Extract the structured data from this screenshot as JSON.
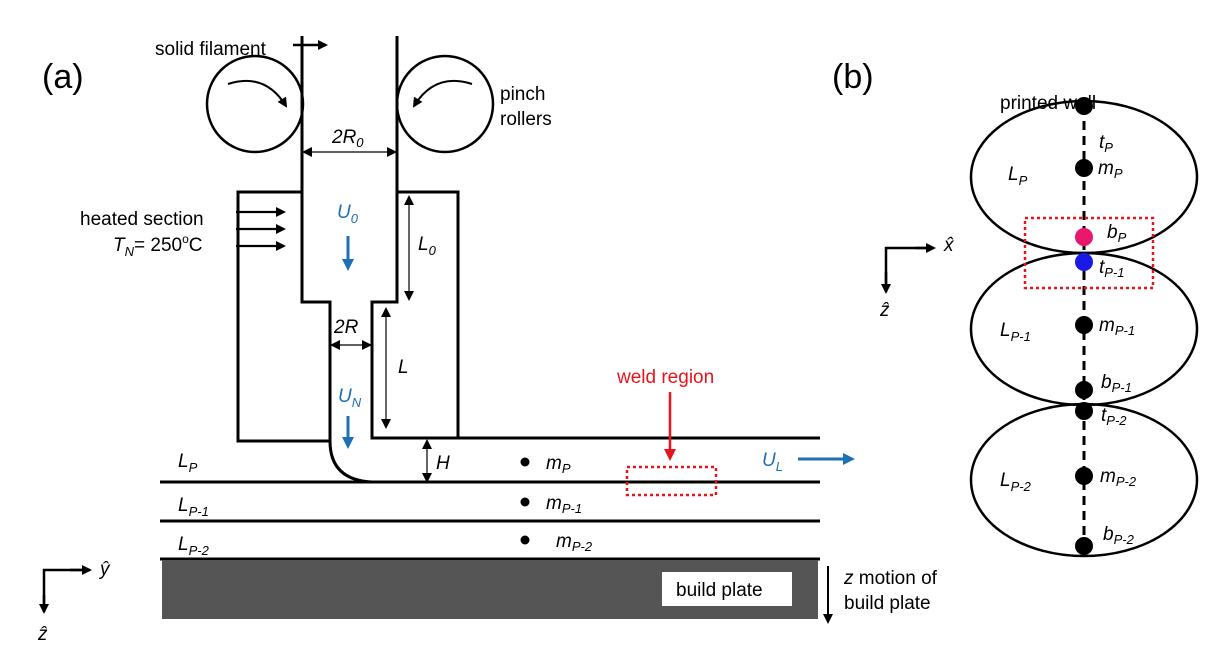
{
  "panel_a": {
    "label": "(a)",
    "solid_filament": "solid filament",
    "pinch_rollers_1": "pinch",
    "pinch_rollers_2": "rollers",
    "twoR0": "2R",
    "twoR0_sub": "0",
    "heated_section_1": "heated section",
    "heated_T": "T",
    "heated_T_sub": "N",
    "heated_T_val": "= 250",
    "heated_T_deg": "o",
    "heated_T_unit": "C",
    "U0": "U",
    "U0_sub": "0",
    "L0": "L",
    "L0_sub": "0",
    "twoR": "2R",
    "L": "L",
    "UN": "U",
    "UN_sub": "N",
    "H": "H",
    "weld_region": "weld region",
    "UL": "U",
    "UL_sub": "L",
    "layers": [
      {
        "main": "L",
        "sub": "P"
      },
      {
        "main": "L",
        "sub": "P-1"
      },
      {
        "main": "L",
        "sub": "P-2"
      }
    ],
    "midpoints": [
      {
        "main": "m",
        "sub": "P"
      },
      {
        "main": "m",
        "sub": "P-1"
      },
      {
        "main": "m",
        "sub": "P-2"
      }
    ],
    "build_plate": "build plate",
    "z_motion_1": "z",
    "z_motion_1b": " motion of",
    "z_motion_2": "build plate",
    "axis_y": "ŷ",
    "axis_z": "ẑ"
  },
  "panel_b": {
    "label": "(b)",
    "title": "printed wall",
    "axis_x": "x̂",
    "axis_z": "ẑ",
    "layers": [
      {
        "L": "L",
        "L_sub": "P",
        "t_sub": "P",
        "m_sub": "P",
        "b_sub": "P"
      },
      {
        "L": "L",
        "L_sub": "P-1",
        "t_sub": "P-1",
        "m_sub": "P-1",
        "b_sub": "P-1"
      },
      {
        "L": "L",
        "L_sub": "P-2",
        "t_sub": "P-2",
        "m_sub": "P-2",
        "b_sub": "P-2"
      }
    ],
    "t": "t",
    "m": "m",
    "b": "b"
  },
  "colors": {
    "blue_velocity": "#1f6fb5",
    "red_weld": "#e8141b",
    "pink_point": "#e8186a",
    "blue_point": "#1a1ae6",
    "plate": "#555555"
  }
}
